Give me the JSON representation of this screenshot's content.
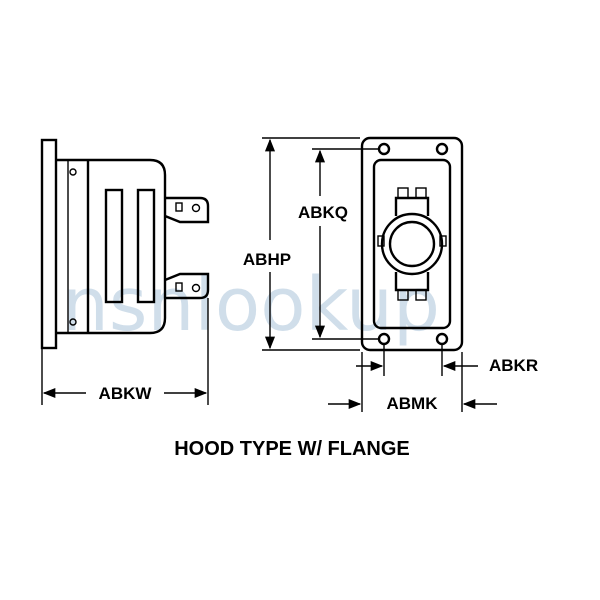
{
  "caption": "HOOD TYPE W/ FLANGE",
  "watermark": "nsnlookup",
  "dimensions": {
    "abkw": "ABKW",
    "abhp": "ABHP",
    "abkq": "ABKQ",
    "abkr": "ABKR",
    "abmk": "ABMK"
  },
  "colors": {
    "line": "#000000",
    "watermark": "#aac3d8",
    "background": "#ffffff"
  }
}
